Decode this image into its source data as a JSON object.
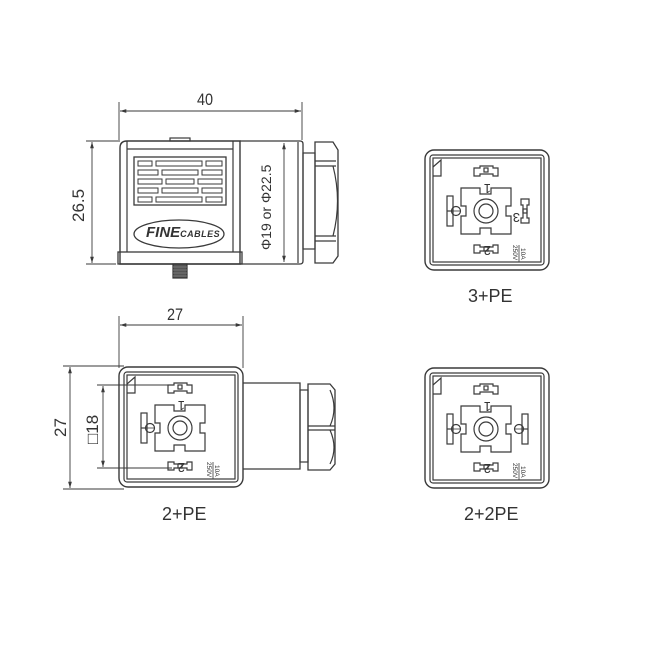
{
  "side_view": {
    "width_dim": "40",
    "height_dim": "26.5",
    "cable_dim": "Φ19 or Φ22.5",
    "logo_fine": "FINE",
    "logo_cables": "CABLES"
  },
  "front_views": [
    {
      "id": "2pe",
      "caption": "2+PE",
      "width_dim": "27",
      "height_dim": "27",
      "pin_spacing_dim": "□18",
      "pins": [
        "1",
        "2"
      ],
      "rating_current": "10A",
      "rating_voltage": "250V"
    },
    {
      "id": "3pe",
      "caption": "3+PE",
      "pins": [
        "1",
        "2",
        "3"
      ],
      "rating_current": "10A",
      "rating_voltage": "250V"
    },
    {
      "id": "22pe",
      "caption": "2+2PE",
      "pins": [
        "1",
        "2"
      ],
      "rating_current": "10A",
      "rating_voltage": "250V"
    }
  ],
  "colors": {
    "line": "#3a3a3a",
    "background": "#ffffff"
  }
}
